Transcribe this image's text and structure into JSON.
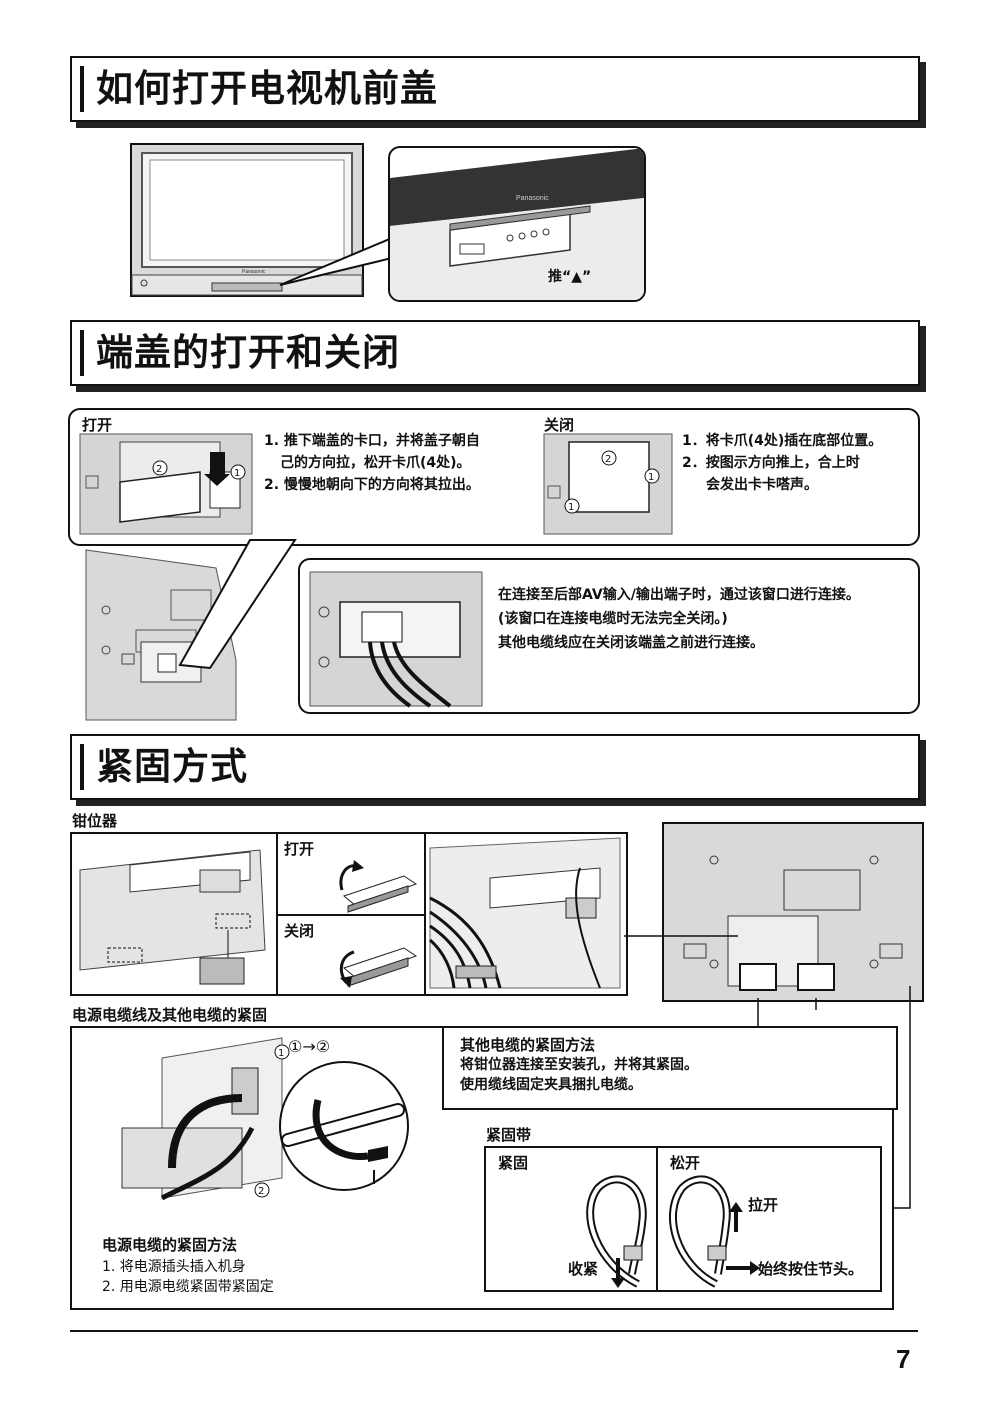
{
  "sections": {
    "open_front": {
      "title": "如何打开电视机前盖",
      "push_label": "推“▲”"
    },
    "terminal_cover": {
      "title": "端盖的打开和关闭",
      "open": {
        "label": "打开",
        "steps": [
          "1. 推下端盖的卡口，并将盖子朝自",
          "己的方向拉，松开卡爪(4处)。",
          "2. 慢慢地朝向下的方向将其拉出。"
        ]
      },
      "close": {
        "label": "关闭",
        "steps": [
          "1．将卡爪(4处)插在底部位置。",
          "2．按图示方向推上，合上时",
          "会发出卡卡嗒声。"
        ]
      },
      "note": [
        "在连接至后部AV输入/输出端子时，通过该窗口进行连接。",
        "(该窗口在连接电缆时无法完全关闭。)",
        "其他电缆线应在关闭该端盖之前进行连接。"
      ]
    },
    "fastening": {
      "title": "紧固方式",
      "clamp_label": "钳位器",
      "clamp_open": "打开",
      "clamp_close": "关闭",
      "power_cable_label": "电源电缆线及其他电缆的紧固",
      "step_order": "①→②",
      "power_method": {
        "title": "电源电缆的紧固方法",
        "steps": [
          "1. 将电源插头插入机身",
          "2. 用电源电缆紧固带紧固定"
        ]
      },
      "other_cables": {
        "title": "其他电缆的紧固方法",
        "lines": [
          "将钳位器连接至安装孔，并将其紧固。",
          "使用缆线固定夹具捆扎电缆。"
        ]
      },
      "band": {
        "title": "紧固带",
        "tighten": "紧固",
        "loosen": "松开",
        "shrink": "收紧",
        "pull_open": "拉开",
        "hold_knot": "始终按住节头。"
      }
    }
  },
  "markers": {
    "one": "①",
    "two": "②"
  },
  "page_number": "7",
  "colors": {
    "ink": "#111111",
    "panel_gray": "#d9d9d9",
    "dark_bezel": "#333333"
  }
}
